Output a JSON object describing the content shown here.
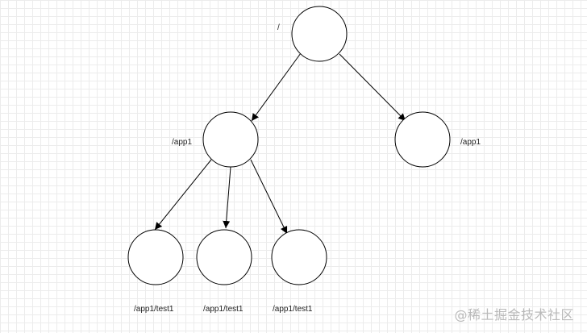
{
  "diagram": {
    "nodes": [
      {
        "id": "root",
        "label": "/"
      },
      {
        "id": "app1-left",
        "label": "/app1"
      },
      {
        "id": "app1-right",
        "label": "/app1"
      },
      {
        "id": "test1-a",
        "label": "/app1/test1"
      },
      {
        "id": "test1-b",
        "label": "/app1/test1"
      },
      {
        "id": "test1-c",
        "label": "/app1/test1"
      }
    ],
    "edges": [
      {
        "from": "root",
        "to": "app1-left"
      },
      {
        "from": "root",
        "to": "app1-right"
      },
      {
        "from": "app1-left",
        "to": "test1-a"
      },
      {
        "from": "app1-left",
        "to": "test1-b"
      },
      {
        "from": "app1-left",
        "to": "test1-c"
      }
    ]
  },
  "watermark": "@稀土掘金技术社区"
}
